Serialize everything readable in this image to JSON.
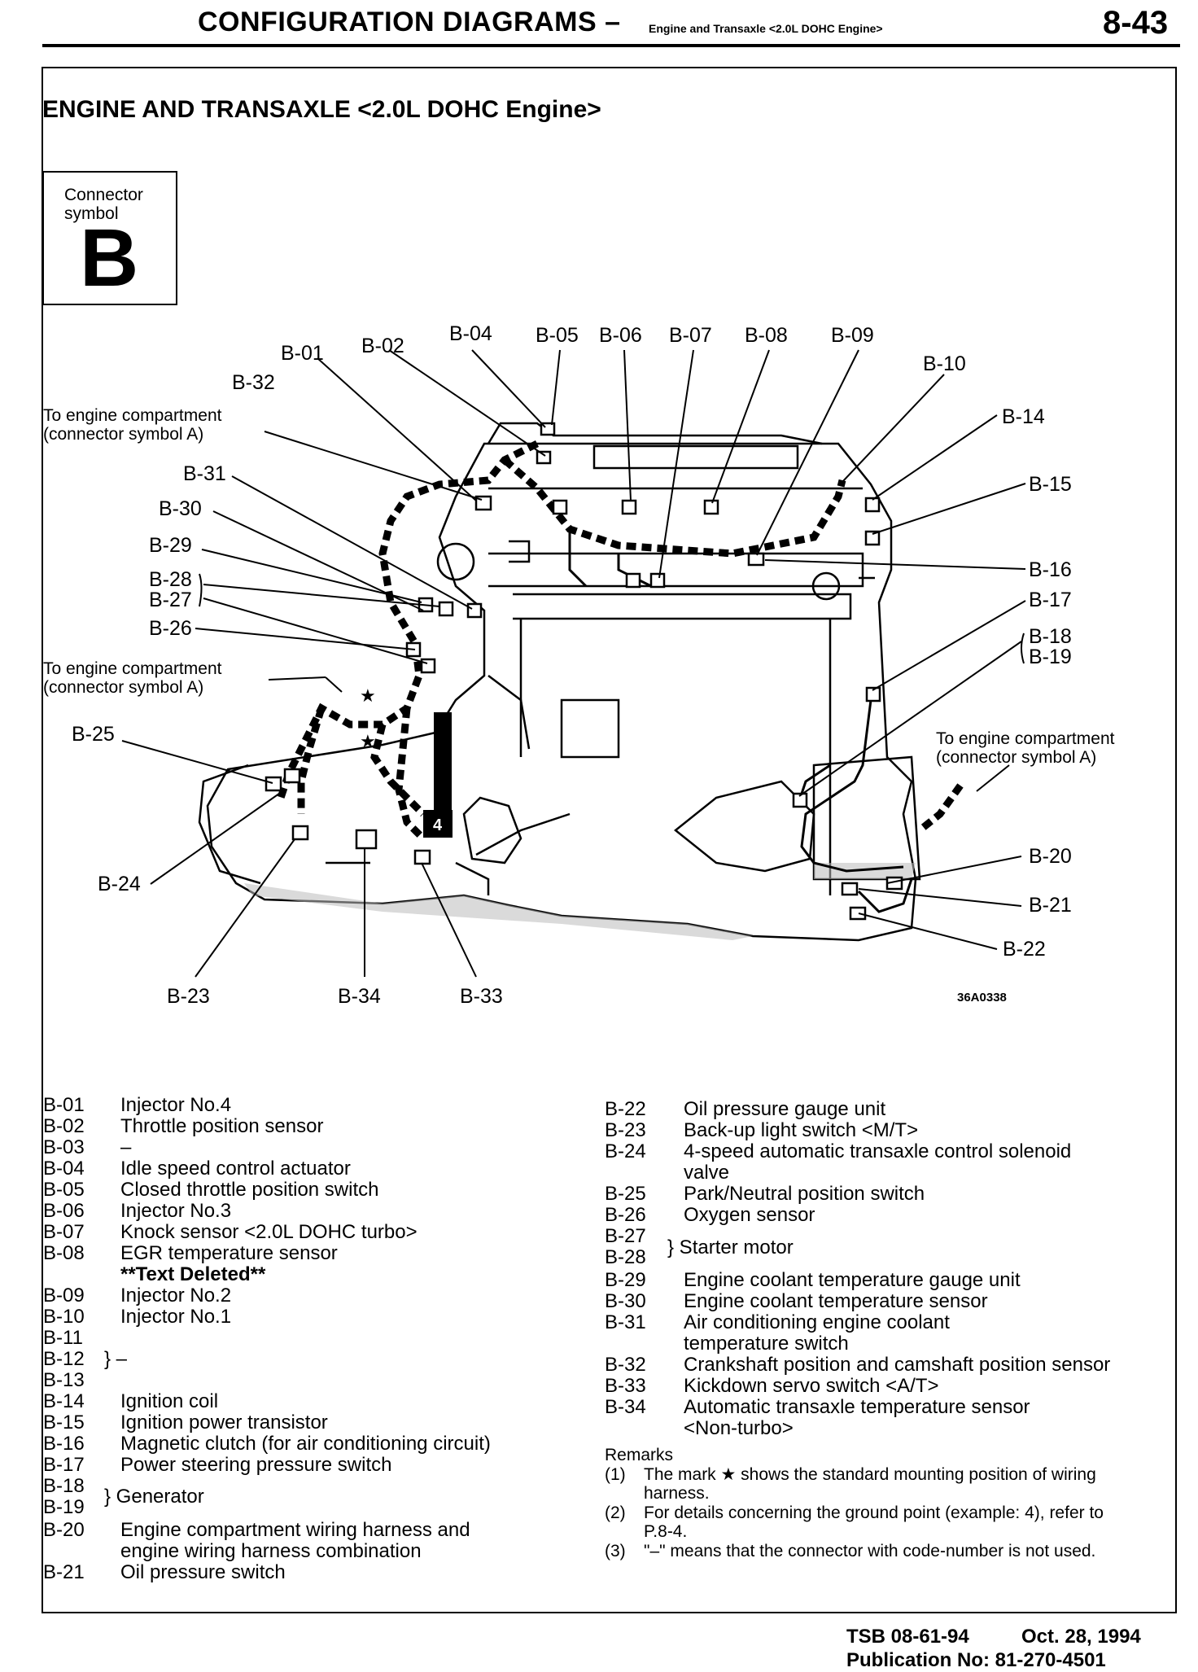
{
  "header": {
    "title": "CONFIGURATION DIAGRAMS –",
    "subtitle": "Engine and Transaxle <2.0L DOHC Engine>",
    "page": "8-43"
  },
  "section_title": "ENGINE AND TRANSAXLE <2.0L DOHC Engine>",
  "connector_box": {
    "label": "Connector symbol",
    "letter": "B"
  },
  "figure_id": "36A0338",
  "callouts": {
    "b01": "B-01",
    "b02": "B-02",
    "b04": "B-04",
    "b05": "B-05",
    "b06": "B-06",
    "b07": "B-07",
    "b08": "B-08",
    "b09": "B-09",
    "b10": "B-10",
    "b14": "B-14",
    "b15": "B-15",
    "b16": "B-16",
    "b17": "B-17",
    "b18": "B-18",
    "b19": "B-19",
    "b20": "B-20",
    "b21": "B-21",
    "b22": "B-22",
    "b23": "B-23",
    "b24": "B-24",
    "b25": "B-25",
    "b26": "B-26",
    "b27": "B-27",
    "b28": "B-28",
    "b29": "B-29",
    "b30": "B-30",
    "b31": "B-31",
    "b32": "B-32",
    "b33": "B-33",
    "b34": "B-34",
    "to_engine_1": "To engine compartment",
    "to_engine_1b": "(connector symbol A)",
    "to_engine_2": "To engine compartment",
    "to_engine_2b": "(connector symbol A)",
    "to_engine_3": "To engine compartment",
    "to_engine_3b": "(connector symbol A)",
    "ground_mark": "4"
  },
  "legend_left": [
    {
      "code": "B-01",
      "desc": "Injector No.4"
    },
    {
      "code": "B-02",
      "desc": "Throttle position sensor"
    },
    {
      "code": "B-03",
      "desc": "–"
    },
    {
      "code": "B-04",
      "desc": "Idle speed control actuator"
    },
    {
      "code": "B-05",
      "desc": "Closed throttle position switch"
    },
    {
      "code": "B-06",
      "desc": "Injector No.3"
    },
    {
      "code": "B-07",
      "desc": "Knock sensor <2.0L DOHC turbo>"
    },
    {
      "code": "B-08",
      "desc": "EGR temperature sensor"
    },
    {
      "code": "",
      "desc": "**Text Deleted**"
    },
    {
      "code": "B-09",
      "desc": "Injector No.2"
    },
    {
      "code": "B-10",
      "desc": "Injector No.1"
    },
    {
      "code": "B-11",
      "desc": ""
    },
    {
      "code": "B-12",
      "desc": "} –"
    },
    {
      "code": "B-13",
      "desc": ""
    },
    {
      "code": "B-14",
      "desc": "Ignition coil"
    },
    {
      "code": "B-15",
      "desc": "Ignition power transistor"
    },
    {
      "code": "B-16",
      "desc": "Magnetic clutch (for air conditioning circuit)"
    },
    {
      "code": "B-17",
      "desc": "Power steering pressure switch"
    },
    {
      "code": "B-18",
      "desc": "} Generator"
    },
    {
      "code": "B-19",
      "desc": ""
    },
    {
      "code": "B-20",
      "desc": "Engine compartment wiring harness and"
    },
    {
      "code": "",
      "desc": "engine wiring harness combination"
    },
    {
      "code": "B-21",
      "desc": "Oil pressure switch"
    }
  ],
  "legend_right": [
    {
      "code": "B-22",
      "desc": "Oil pressure gauge unit"
    },
    {
      "code": "B-23",
      "desc": "Back-up light switch <M/T>"
    },
    {
      "code": "B-24",
      "desc": "4-speed automatic transaxle control solenoid"
    },
    {
      "code": "",
      "desc": "valve"
    },
    {
      "code": "B-25",
      "desc": "Park/Neutral position switch"
    },
    {
      "code": "B-26",
      "desc": "Oxygen sensor"
    },
    {
      "code": "B-27",
      "desc": "} Starter motor"
    },
    {
      "code": "B-28",
      "desc": ""
    },
    {
      "code": "B-29",
      "desc": "Engine coolant temperature gauge unit"
    },
    {
      "code": "B-30",
      "desc": "Engine coolant temperature sensor"
    },
    {
      "code": "B-31",
      "desc": "Air conditioning engine coolant"
    },
    {
      "code": "",
      "desc": "temperature switch"
    },
    {
      "code": "B-32",
      "desc": "Crankshaft position and camshaft position sensor"
    },
    {
      "code": "B-33",
      "desc": "Kickdown servo switch <A/T>"
    },
    {
      "code": "B-34",
      "desc": "Automatic transaxle temperature sensor"
    },
    {
      "code": "",
      "desc": "<Non-turbo>"
    }
  ],
  "remarks": {
    "title": "Remarks",
    "items": [
      {
        "num": "(1)",
        "text": "The mark ★ shows the standard mounting position of wiring harness."
      },
      {
        "num": "(2)",
        "text": "For details concerning the ground point (example: 4), refer to P.8-4."
      },
      {
        "num": "(3)",
        "text": "\"–\" means that the connector with code-number is not used."
      }
    ]
  },
  "footer": {
    "tsb": "TSB 08-61-94",
    "date": "Oct. 28, 1994",
    "pub": "Publication No:  81-270-4501"
  }
}
